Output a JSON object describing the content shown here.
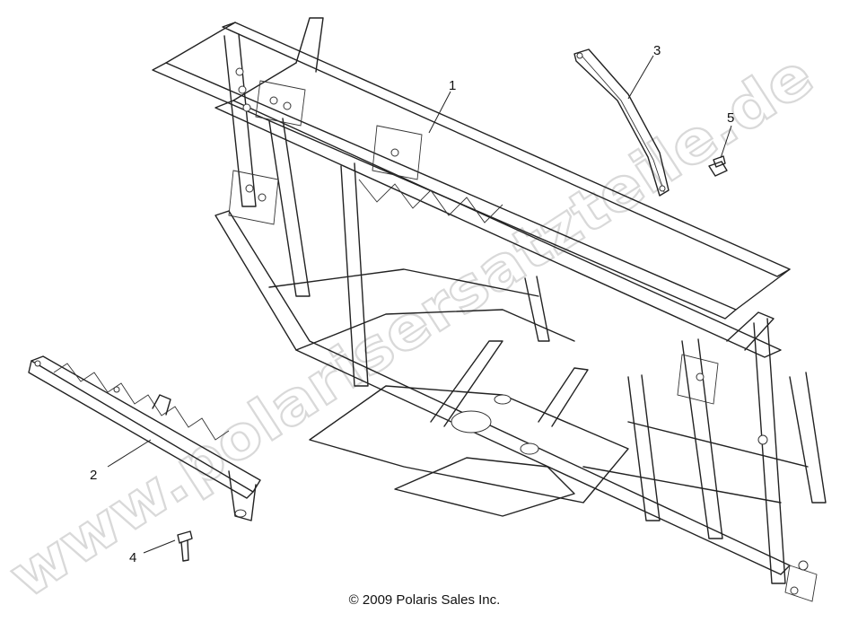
{
  "diagram": {
    "callouts": [
      {
        "id": "1",
        "label": "1"
      },
      {
        "id": "2",
        "label": "2"
      },
      {
        "id": "3",
        "label": "3"
      },
      {
        "id": "4",
        "label": "4"
      },
      {
        "id": "5",
        "label": "5"
      }
    ],
    "copyright": "© 2009 Polaris Sales Inc.",
    "watermark": "www.polarisersatzteile.de",
    "watermark_color": "#d9d9d9",
    "line_color": "#222222"
  }
}
